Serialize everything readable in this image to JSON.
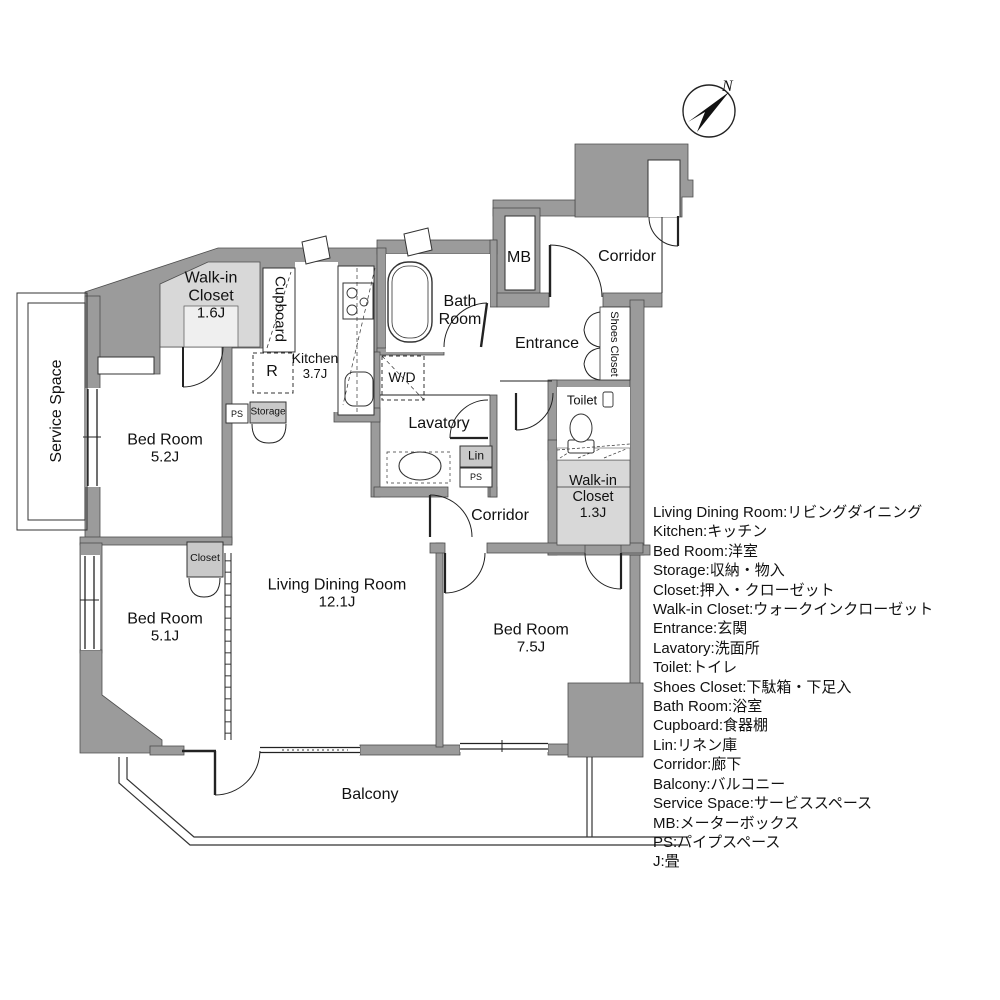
{
  "compass": {
    "north_label": "N"
  },
  "rooms": {
    "walk_in_closet_16": {
      "name": "Walk-in Closet",
      "size": "1.6J"
    },
    "cupboard": {
      "name": "Cupboard"
    },
    "kitchen": {
      "name": "Kitchen",
      "size": "3.7J"
    },
    "bath_room": {
      "name": "Bath Room"
    },
    "mb": {
      "name": "MB"
    },
    "corridor_upper": {
      "name": "Corridor"
    },
    "entrance": {
      "name": "Entrance"
    },
    "shoes_closet": {
      "name": "Shoes Closet"
    },
    "toilet": {
      "name": "Toilet"
    },
    "bed_room_52": {
      "name": "Bed Room",
      "size": "5.2J"
    },
    "refrigerator": {
      "name": "R"
    },
    "ps_upper": {
      "name": "PS"
    },
    "storage": {
      "name": "Storage"
    },
    "washer_dryer": {
      "name": "W/D"
    },
    "lavatory": {
      "name": "Lavatory"
    },
    "lin": {
      "name": "Lin"
    },
    "ps_lower": {
      "name": "PS"
    },
    "walk_in_closet_13": {
      "name": "Walk-in Closet",
      "size": "1.3J"
    },
    "corridor_mid": {
      "name": "Corridor"
    },
    "closet": {
      "name": "Closet"
    },
    "bed_room_51": {
      "name": "Bed Room",
      "size": "5.1J"
    },
    "living_dining": {
      "name": "Living Dining Room",
      "size": "12.1J"
    },
    "bed_room_75": {
      "name": "Bed Room",
      "size": "7.5J"
    },
    "balcony": {
      "name": "Balcony"
    },
    "service_space": {
      "name": "Service Space"
    }
  },
  "legend": {
    "items": [
      "Living Dining Room:リビングダイニング",
      "Kitchen:キッチン",
      "Bed Room:洋室",
      "Storage:収納・物入",
      "Closet:押入・クローゼット",
      "Walk-in Closet:ウォークインクローゼット",
      "Entrance:玄関",
      "Lavatory:洗面所",
      "Toilet:トイレ",
      "Shoes Closet:下駄箱・下足入",
      "Bath Room:浴室",
      "Cupboard:食器棚",
      "Lin:リネン庫",
      "Corridor:廊下",
      "Balcony:バルコニー",
      "Service Space:サービススペース",
      "MB:メーターボックス",
      "PS:パイプスペース",
      "J:畳"
    ]
  },
  "colors": {
    "wall": "#9b9b9b",
    "closet_fill": "#d8d8d8",
    "box_fill": "#c9c9c9",
    "line": "#333333"
  }
}
